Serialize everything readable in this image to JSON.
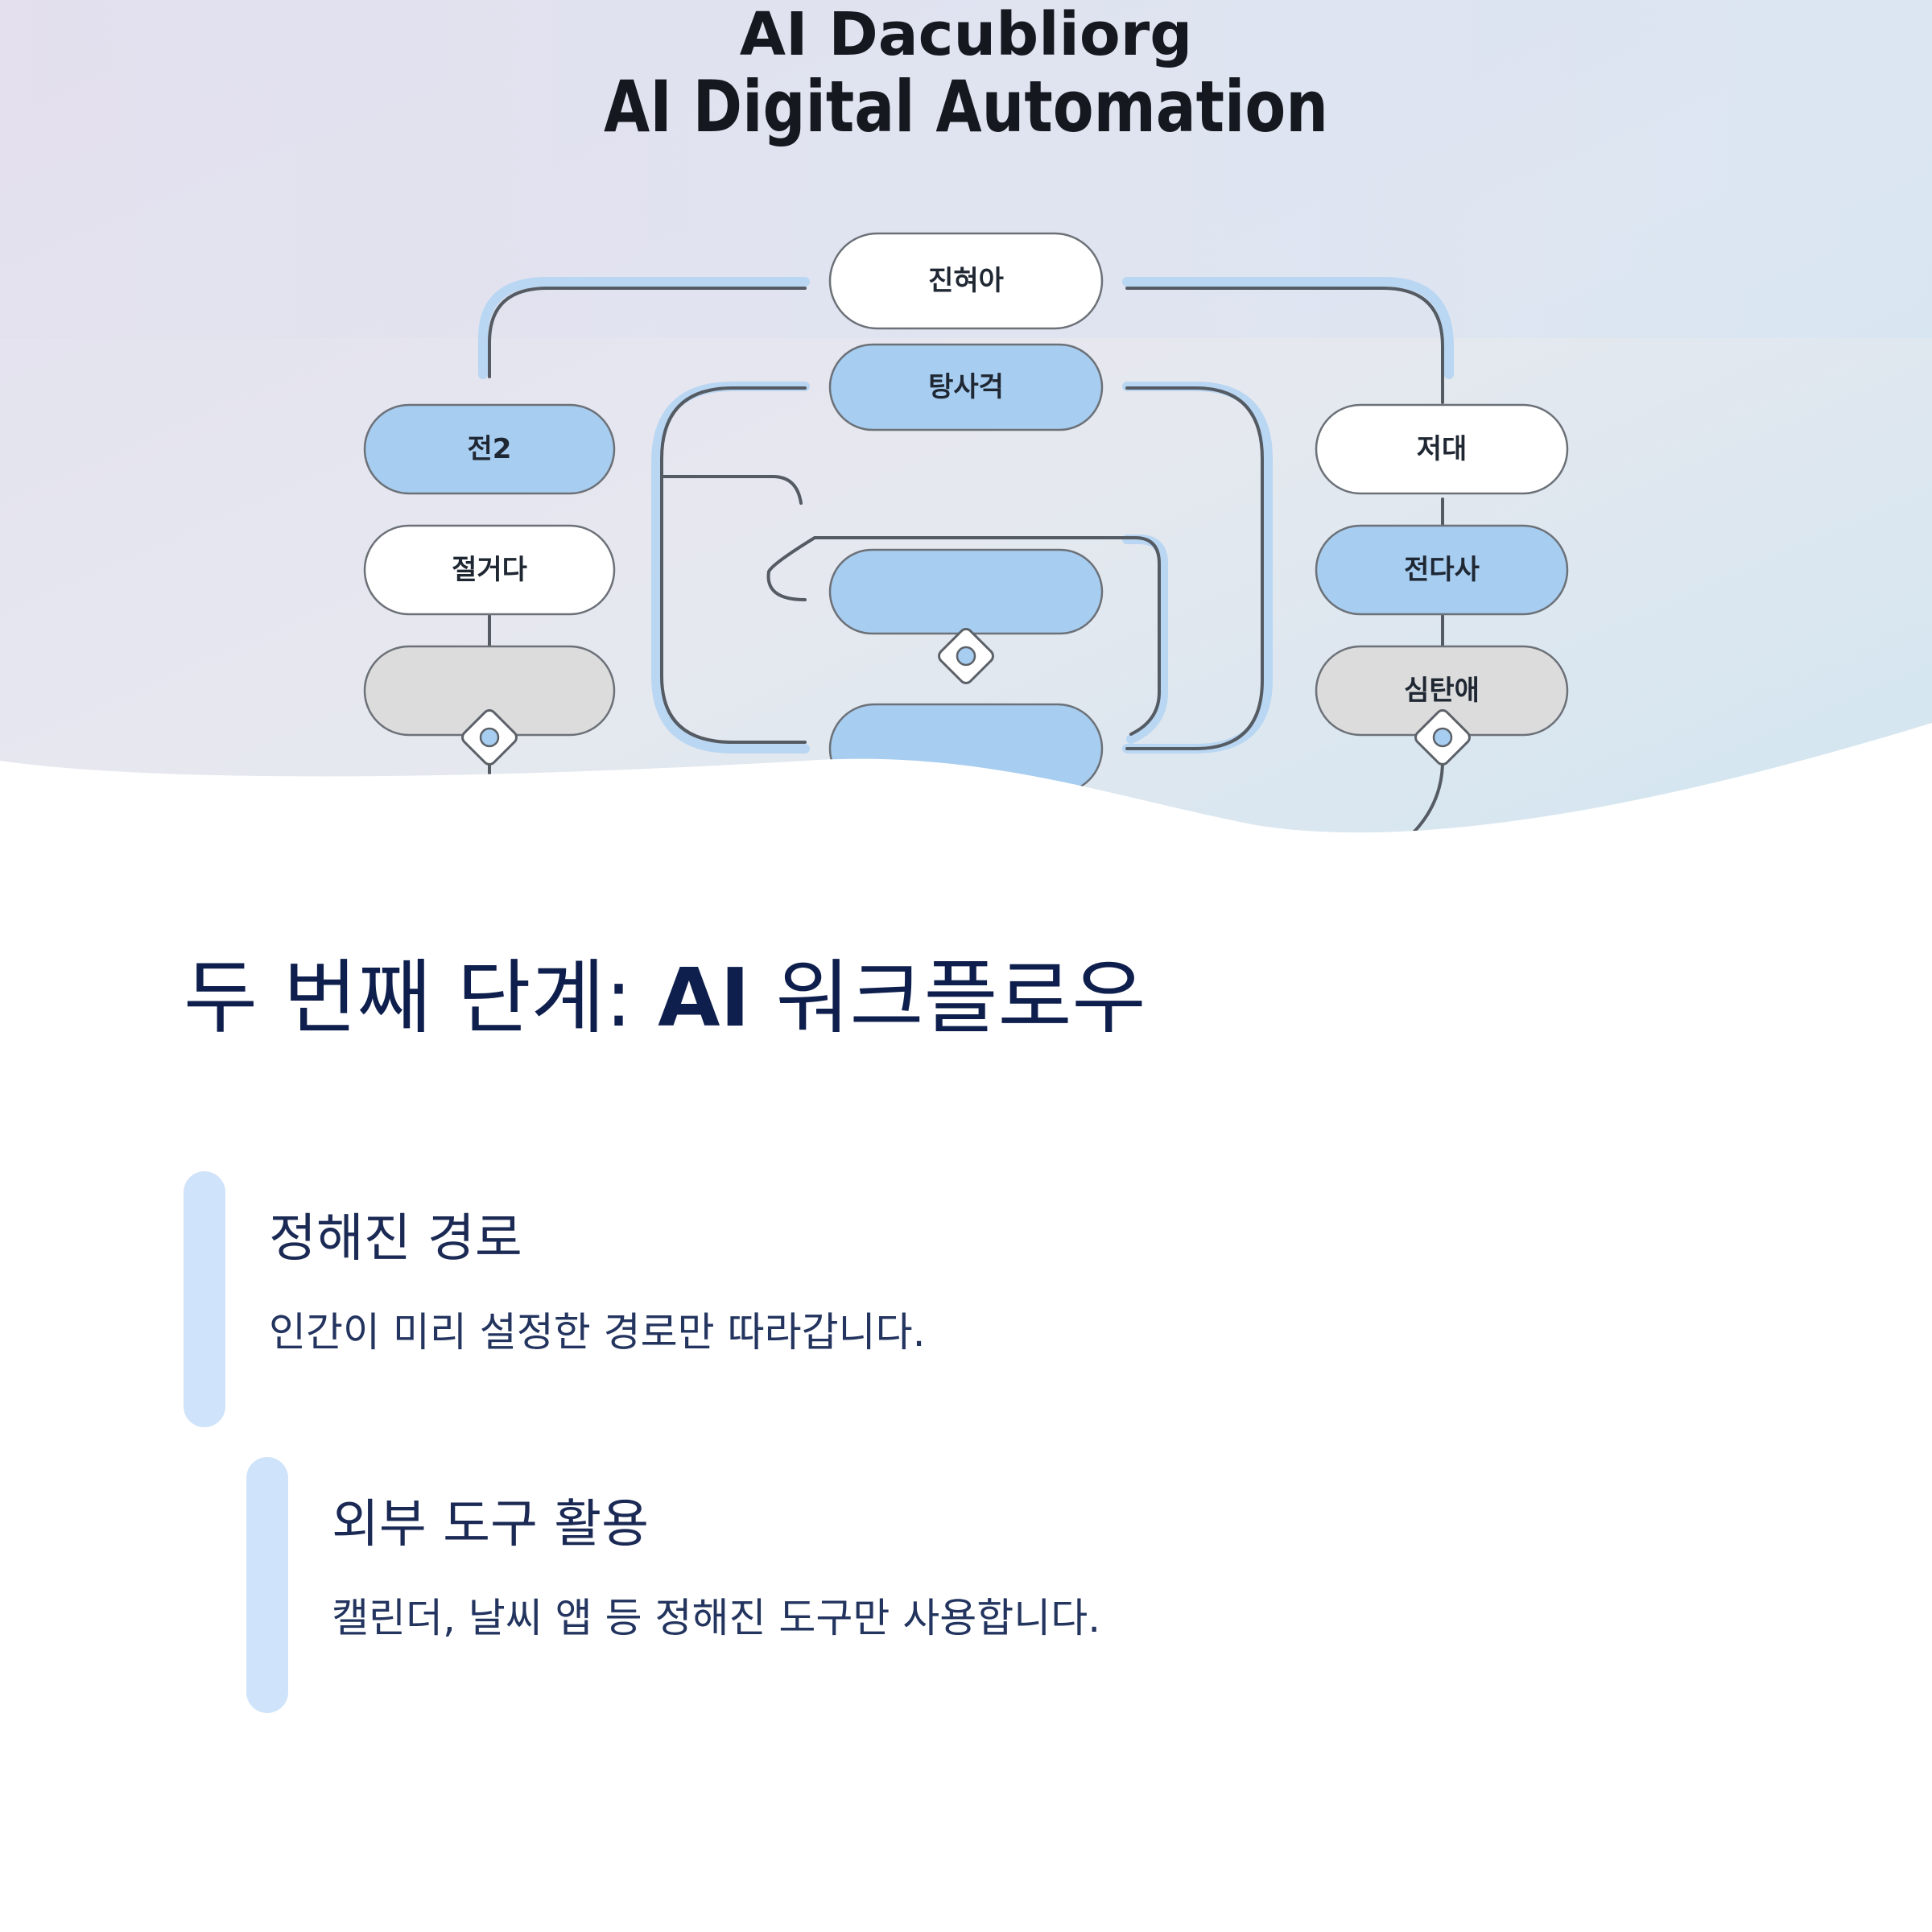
{
  "hero": {
    "title_line1": "AI Dacubliorg",
    "title_line2": "AI Digital Automation",
    "nodes": {
      "top_a": "진혀아",
      "top_b": "탕사걱",
      "left_1": "전2",
      "left_2": "절거다",
      "left_3": "",
      "center_1": "",
      "center_2": "",
      "right_1": "저대",
      "right_2": "전다사",
      "right_3": "심탄애"
    },
    "colors": {
      "node_blue": "#a7cdf0",
      "node_white": "#ffffff",
      "node_gray": "#dcdcdc",
      "connector": "#555b63",
      "connector_glow": "#b9d6f2"
    }
  },
  "section": {
    "title_prefix": "두 번째 단계: ",
    "title_ai": "AI",
    "title_suffix": " 워크플로우"
  },
  "cards": [
    {
      "title": "정해진 경로",
      "desc": "인간이 미리 설정한 경로만 따라갑니다."
    },
    {
      "title": "외부 도구 활용",
      "desc": "캘린더, 날씨 앱 등 정해진 도구만 사용합니다."
    }
  ]
}
